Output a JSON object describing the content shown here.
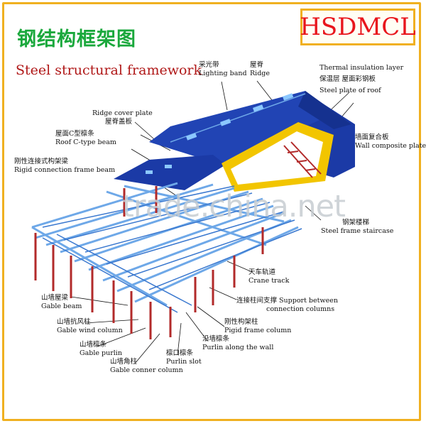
{
  "brand": "HSDMCL",
  "title_cn": "钢结构框架图",
  "title_en": "Steel structural framework",
  "watermark": "trade.china.net",
  "colors": {
    "roof_blue": "#1b3aa6",
    "steel_blue": "#6ea8e8",
    "column_red": "#b22a2a",
    "insulation_yellow": "#f2c500",
    "label_green": "#1aa83c",
    "label_red": "#b01818",
    "brand_red": "#e8161c",
    "frame_orange": "#f0b020"
  },
  "labels": {
    "lighting_band": {
      "cn": "采光带",
      "en": "Lighting band"
    },
    "ridge": {
      "cn": "屋脊",
      "en": "Ridge"
    },
    "thermal_insulation": {
      "en": "Thermal insulation layer",
      "cn": "保温层 屋面彩钢板",
      "en2": "Steel plate of roof"
    },
    "ridge_cover_plate": {
      "en": "Ridge cover plate",
      "cn": "屋脊盖板"
    },
    "roof_c_beam": {
      "cn": "屋面C型檩条",
      "en": "Roof C-type beam"
    },
    "rigid_frame_beam": {
      "cn": "刚性连接式构架梁",
      "en": "Rigid connection frame beam"
    },
    "wall_composite": {
      "cn": "墙面复合板",
      "en": "Wall composite plate"
    },
    "staircase": {
      "cn": "钢架楼梯",
      "en": "Steel frame staircase"
    },
    "crane_track": {
      "cn": "天车轨道",
      "en": "Crane track"
    },
    "support_columns": {
      "cn": "连接柱间支撑",
      "en": "Support between",
      "en2": "connection columns"
    },
    "rigid_frame_column": {
      "cn": "刚性构架柱",
      "en": "Pigid frame column"
    },
    "purlin_wall": {
      "cn": "沿墙檩条",
      "en": "Purlin along the wall"
    },
    "gable_beam": {
      "cn": "山墙屋梁",
      "en": "Gable beam"
    },
    "gable_wind_column": {
      "cn": "山墙抗风柱",
      "en": "Gable wind column"
    },
    "gable_purlin": {
      "cn": "山墙檩条",
      "en": "Gable purlin"
    },
    "gable_corner_column": {
      "cn": "山墙角柱",
      "en": "Gable conner column"
    },
    "purlin_slot": {
      "cn": "檩口檩条",
      "en": "Purlin slot"
    }
  }
}
